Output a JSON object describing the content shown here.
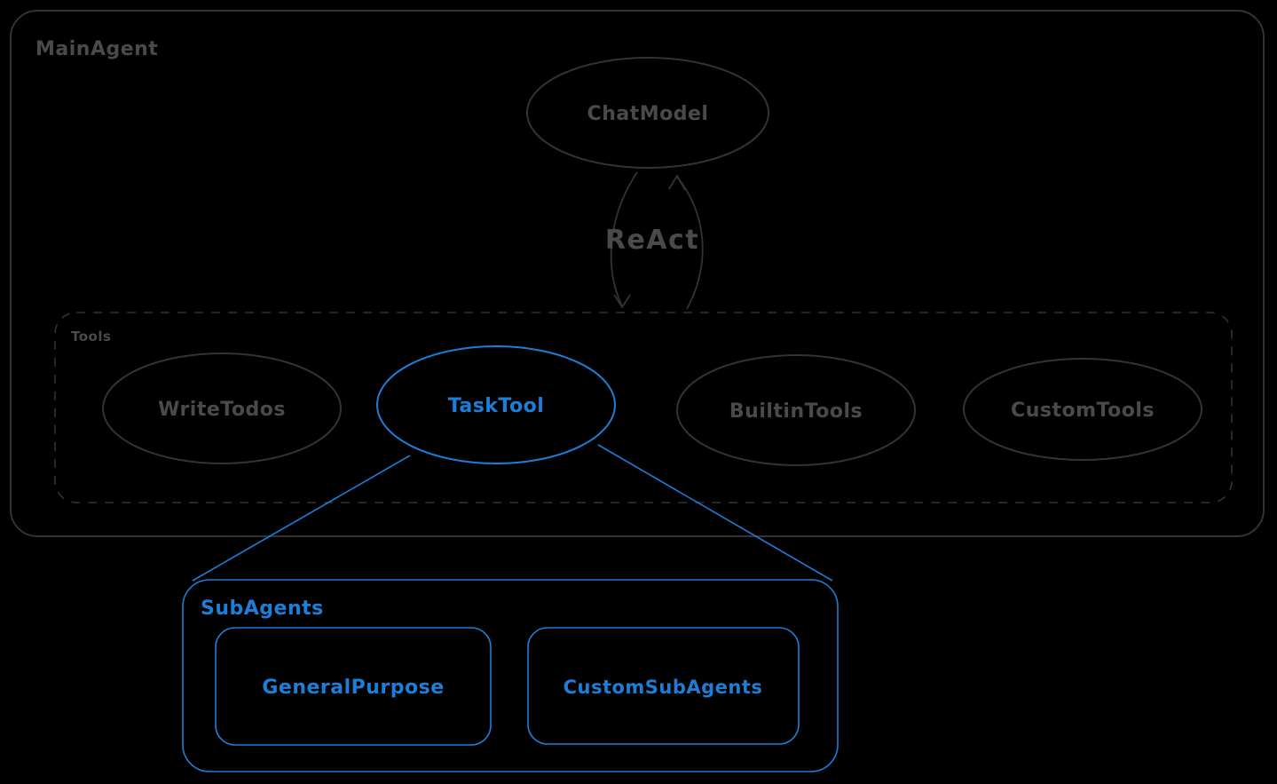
{
  "colors": {
    "background": "#000000",
    "dark_stroke": "#333333",
    "dark_text": "#4a4a4a",
    "blue": "#1c7ed6"
  },
  "diagram": {
    "main_agent": {
      "label": "MainAgent"
    },
    "chat_model": {
      "label": "ChatModel"
    },
    "react_label": "ReAct",
    "tools": {
      "label": "Tools",
      "items": [
        {
          "label": "WriteTodos"
        },
        {
          "label": "TaskTool"
        },
        {
          "label": "BuiltinTools"
        },
        {
          "label": "CustomTools"
        }
      ]
    },
    "sub_agents": {
      "label": "SubAgents",
      "items": [
        {
          "label": "GeneralPurpose"
        },
        {
          "label": "CustomSubAgents"
        }
      ]
    }
  }
}
